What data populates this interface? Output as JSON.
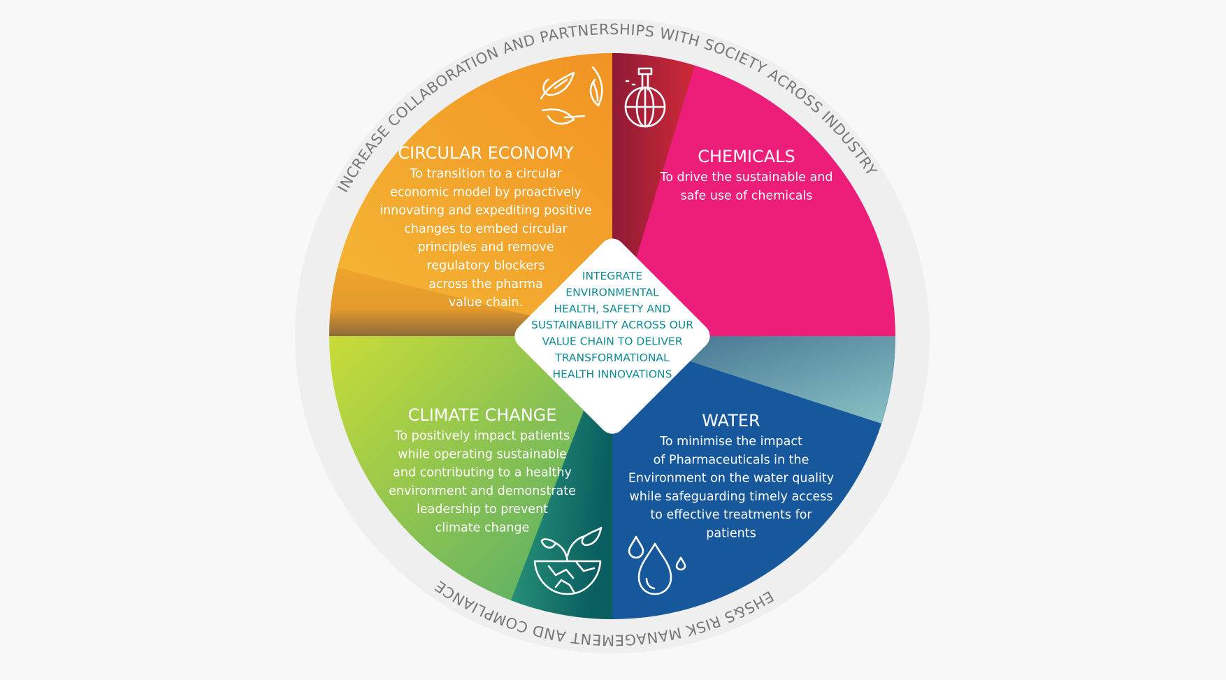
{
  "outer_ring": {
    "top_text": "INCREASE COLLABORATION AND PARTNERSHIPS WITH SOCIETY ACROSS INDUSTRY",
    "bottom_text": "EHS&S RISK MANAGEMENT AND COMPLIANCE"
  },
  "center": {
    "lines": [
      "INTEGRATE",
      "ENVIRONMENTAL",
      "HEALTH, SAFETY AND",
      "SUSTAINABILITY ACROSS OUR",
      "VALUE CHAIN TO DELIVER",
      "TRANSFORMATIONAL",
      "HEALTH INNOVATIONS"
    ],
    "color": "#0f8a94"
  },
  "segments": [
    {
      "id": "circular-economy",
      "title": "CIRCULAR ECONOMY",
      "body": [
        "To transition to a circular",
        "economic model by proactively",
        "innovating and expediting positive",
        "changes to embed circular",
        "principles and remove",
        "regulatory blockers",
        "across the pharma",
        "value chain."
      ],
      "icon": "recycle-leaves-icon",
      "color": "#f29a25"
    },
    {
      "id": "chemicals",
      "title": "CHEMICALS",
      "body": [
        "To drive the sustainable and",
        "safe use of chemicals"
      ],
      "icon": "flask-globe-icon",
      "color": "#ec1e79"
    },
    {
      "id": "climate-change",
      "title": "CLIMATE CHANGE",
      "body": [
        "To positively impact patients",
        "while operating sustainable",
        "and contributing to a healthy",
        "environment and demonstrate",
        "leadership to prevent",
        "climate change"
      ],
      "icon": "plant-globe-icon",
      "color": "#7dbb52"
    },
    {
      "id": "water",
      "title": "WATER",
      "body": [
        "To minimise the impact",
        "of Pharmaceuticals in the",
        "Environment on the water quality",
        "while safeguarding timely access",
        "to effective treatments for",
        "patients"
      ],
      "icon": "water-drops-icon",
      "color": "#175ca0"
    }
  ]
}
